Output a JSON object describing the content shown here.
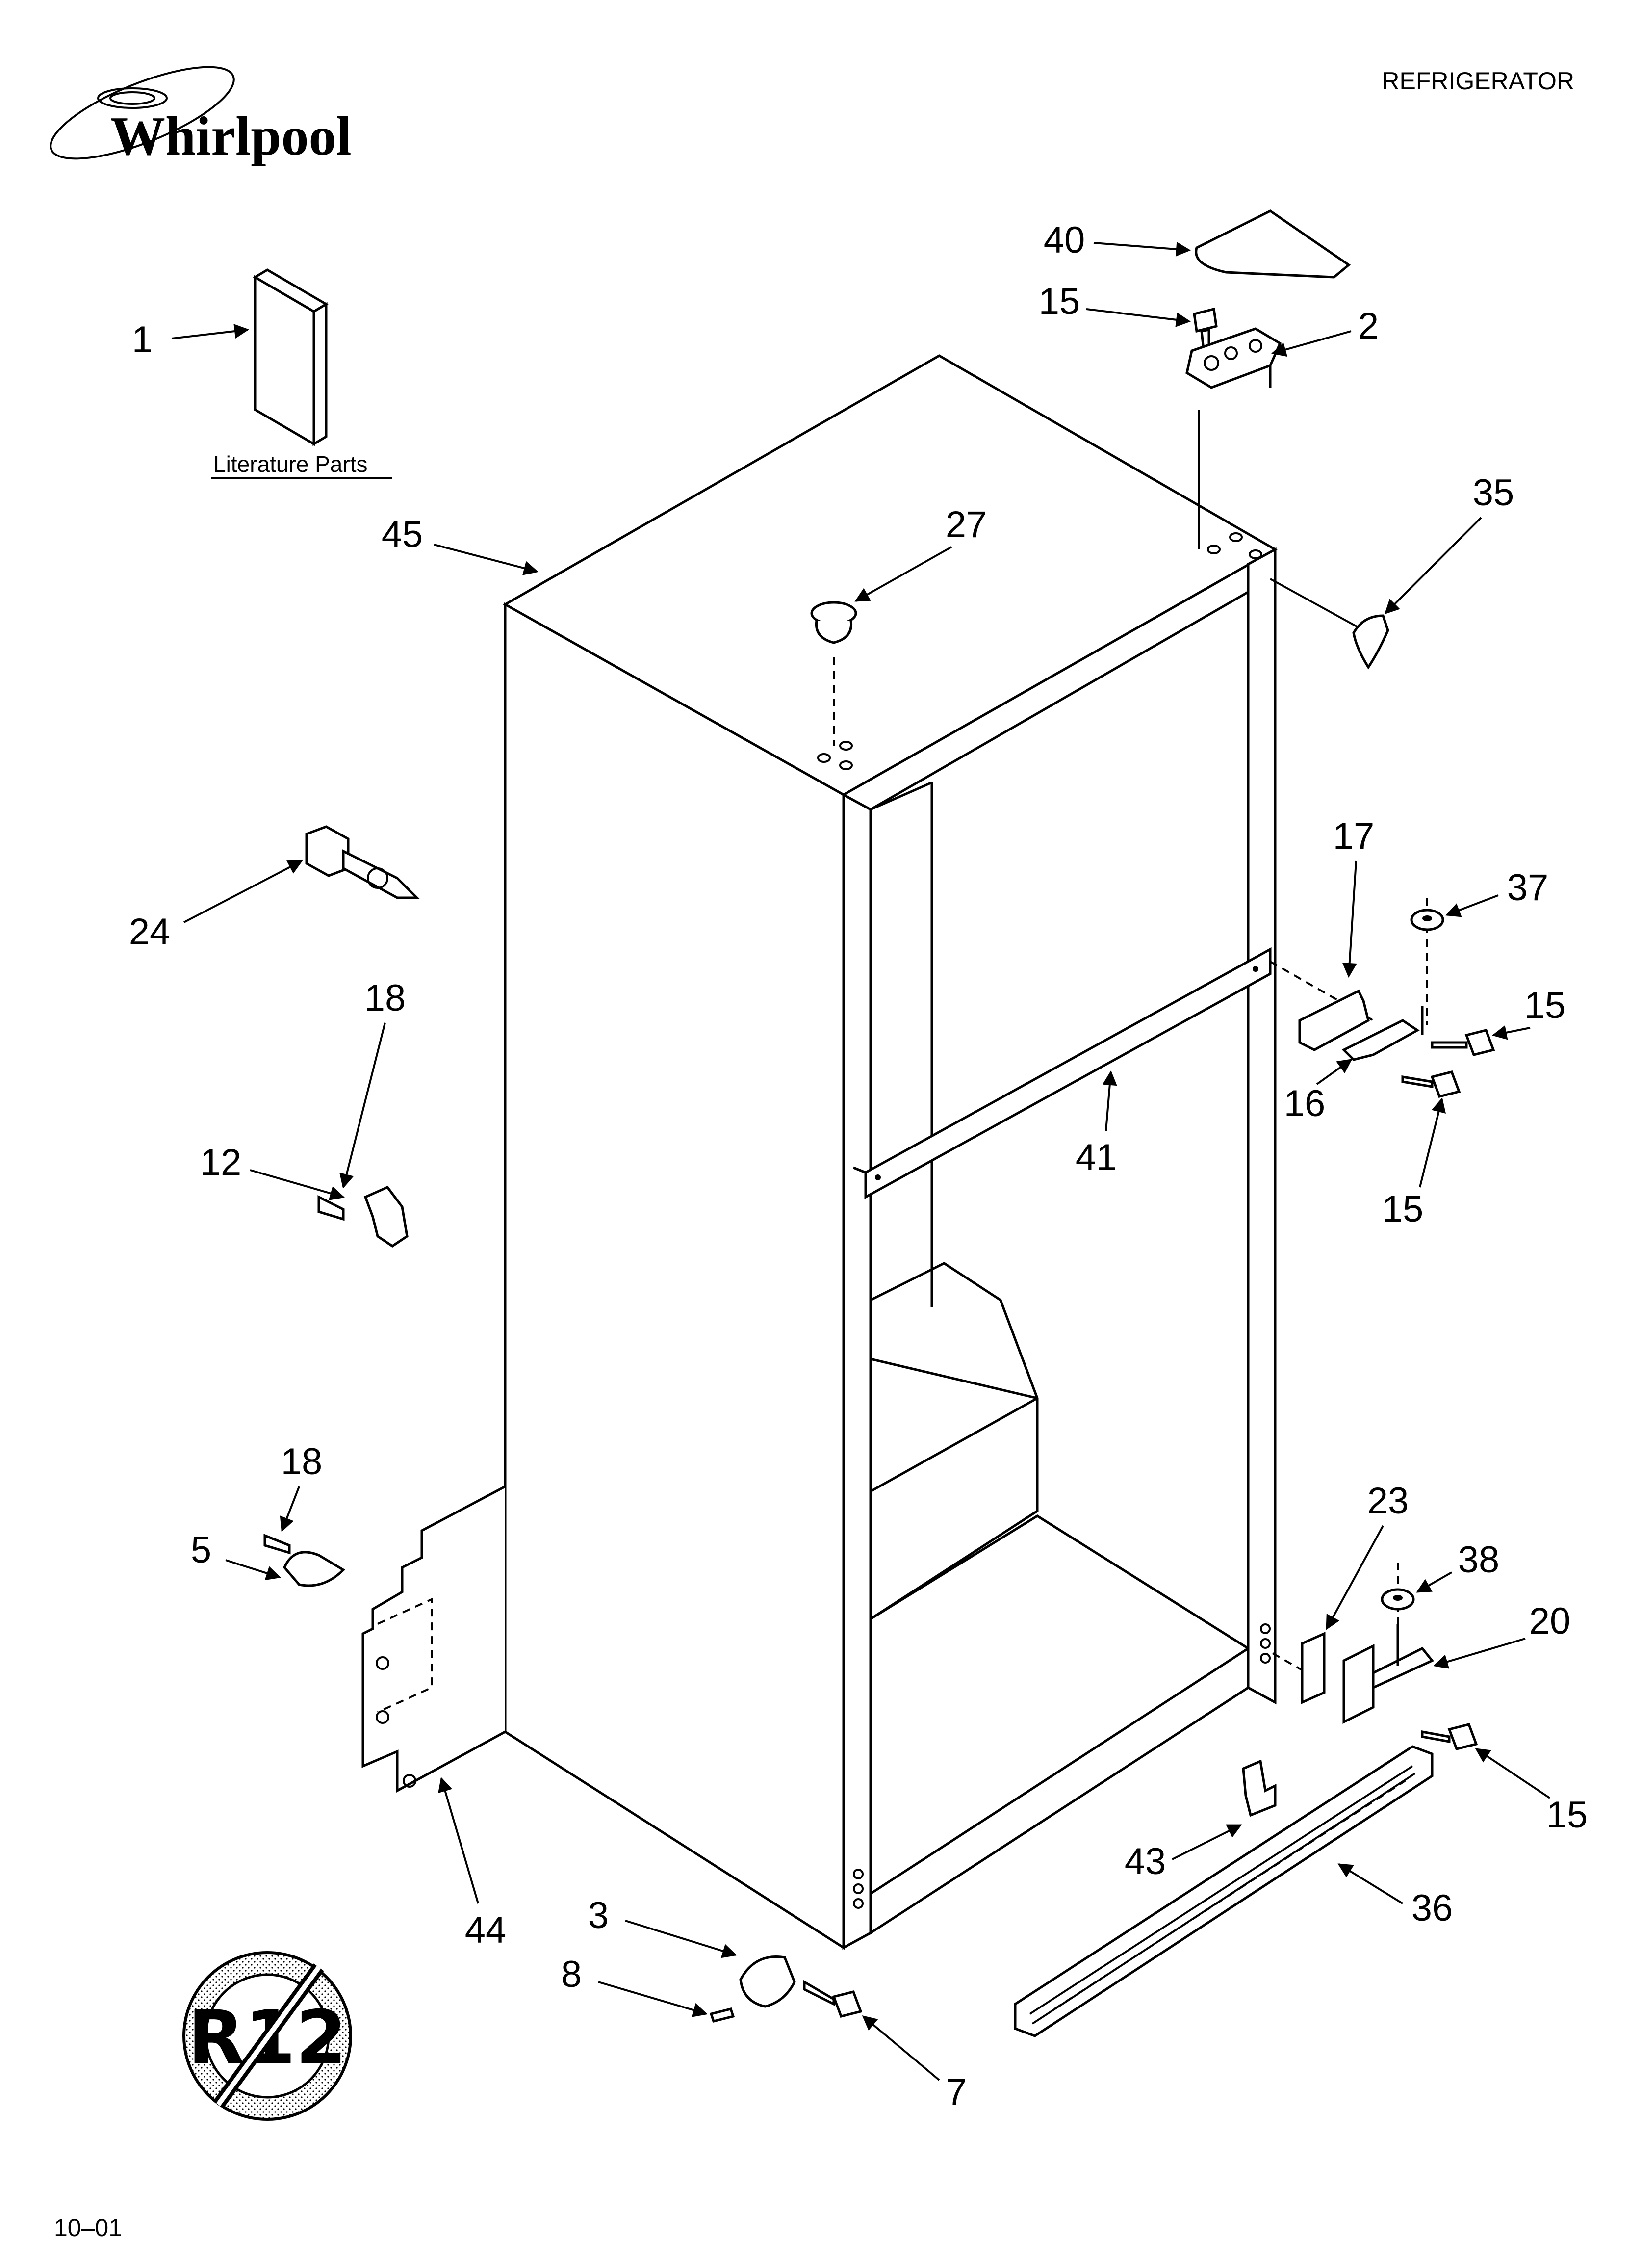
{
  "header": {
    "brand": "Whirlpool",
    "section_title": "REFRIGERATOR"
  },
  "literature": {
    "label": "Literature Parts"
  },
  "footer": {
    "revision": "10–01"
  },
  "badge": {
    "text": "R12"
  },
  "callouts": [
    "1",
    "2",
    "3",
    "5",
    "7",
    "8",
    "12",
    "15",
    "15",
    "15",
    "15",
    "16",
    "17",
    "18",
    "18",
    "20",
    "23",
    "24",
    "27",
    "35",
    "36",
    "37",
    "38",
    "40",
    "41",
    "43",
    "44",
    "45"
  ]
}
